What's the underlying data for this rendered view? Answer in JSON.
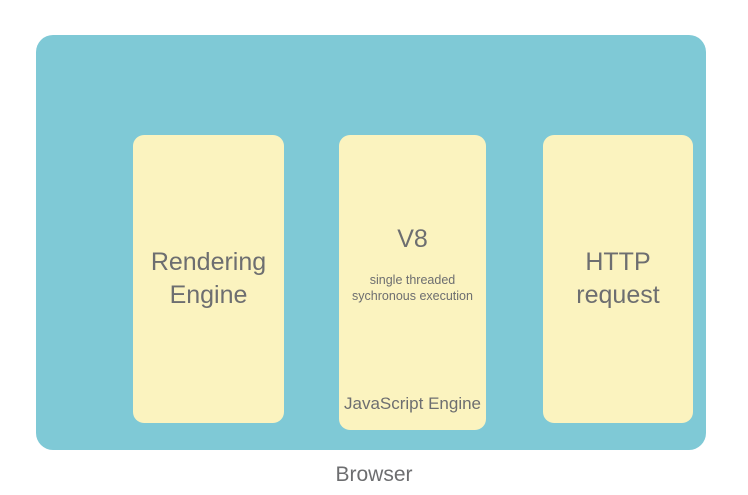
{
  "diagram": {
    "caption": "Browser",
    "container_color": "#7fc9d6",
    "card_color": "#fbf3bf",
    "text_color": "#6d6e70",
    "cards": [
      {
        "id": "rendering-engine",
        "title": "Rendering\nEngine"
      },
      {
        "id": "v8",
        "title": "V8",
        "subtitle": "single threaded\nsychronous execution",
        "footer": "JavaScript Engine"
      },
      {
        "id": "http-request",
        "title": "HTTP\nrequest"
      }
    ]
  }
}
